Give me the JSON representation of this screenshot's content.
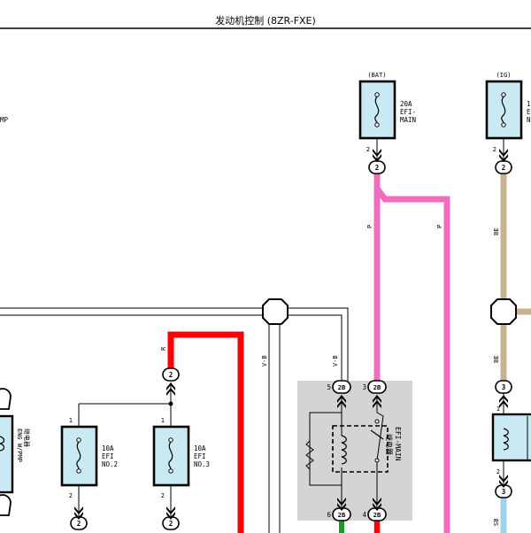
{
  "page": {
    "title": "发动机控制 (8ZR-FXE)"
  },
  "sources": {
    "bat": "(BAT)",
    "ig": "(IG)"
  },
  "fuses": {
    "efi_main": {
      "line1": "20A",
      "line2": "EFI-",
      "line3": "MAIN"
    },
    "ig_partial": {
      "line1": "1",
      "line2": "E",
      "line3": "N"
    },
    "efi_no2": {
      "line1": "10A",
      "line2": "EFI",
      "line3": "NO.2"
    },
    "efi_no3": {
      "line1": "10A",
      "line2": "EFI",
      "line3": "NO.3"
    }
  },
  "relays": {
    "efi_main": {
      "name": "EFI-MAIN",
      "sub": "继电器"
    },
    "eng_wpmp": {
      "name": "ENG W/PMP",
      "sub": "继电器"
    }
  },
  "left_partial_label": "MP",
  "connectors": {
    "c2": "2",
    "c3": "3",
    "c2b": "2B"
  },
  "pins": {
    "one": "1",
    "two": "2",
    "three": "3",
    "four": "4",
    "five": "5",
    "six": "6"
  },
  "wire_colors": {
    "pink": "P",
    "beige": "BE",
    "violet_black": "V-B",
    "red": "R",
    "sky_blue": "SB"
  },
  "colors": {
    "pink": "#f06cbf",
    "beige": "#c8b18f",
    "red": "#ff0000",
    "green": "#1a9a2a",
    "sky_blue": "#9fd3ea",
    "fuse_fill": "#c9e9f3",
    "relay_panel": "#d4d4d4"
  }
}
